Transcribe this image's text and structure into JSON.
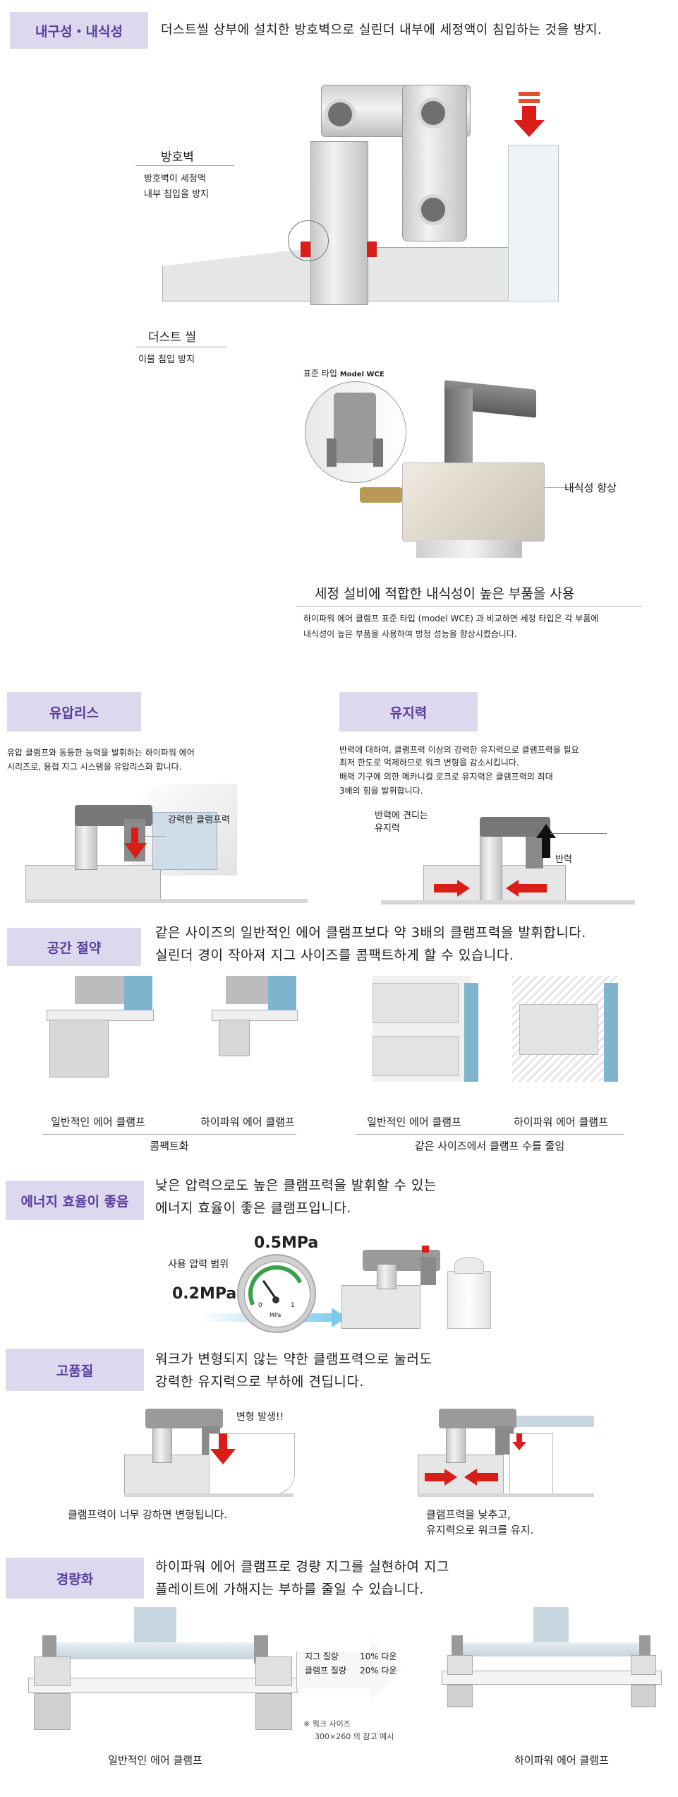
{
  "durability": {
    "tag": "내구성・내식성",
    "headline": "더스트씰 상부에 설치한 방호벽으로 실린더 내부에 세정액이 침입하는 것을 방지.",
    "shield_title": "방호벽",
    "shield_desc_1": "방호벽이 세정액",
    "shield_desc_2": "내부 침입을 방지",
    "seal_title": "더스트 씰",
    "seal_desc": "이물 침입 방지",
    "inset_label": "표준 타입",
    "inset_model": "Model WCE",
    "corrosion_label": "내식성 향상",
    "parts_title": "세정 설비에 적합한 내식성이 높은 부품을 사용",
    "parts_desc_1": "하이파워 에어 클램프 표준 타입 (model WCE) 과 비교하면 세정 타입은 각 부품에",
    "parts_desc_2": "내식성이 높은 부품을 사용하여 방청 성능을 향상시켰습니다."
  },
  "hydraulic": {
    "tag": "유압리스",
    "desc_1": "유압 클램프와 동등한 능력을 발휘하는 하이파워 에어",
    "desc_2": "시리즈로, 용접 지그 시스템을 유압리스화 합니다.",
    "force_label": "강력한 클램프력"
  },
  "holding": {
    "tag": "유지력",
    "desc_1": "반력에 대하여, 클램프력 이상의 강력한 유지력으로 클램프력을 필요",
    "desc_2": "최저 한도로 억제하므로 워크 변형을 감소시킵니다.",
    "desc_3": "배력 기구에 의한 메카니컬 로크로 유지력은 클램프력의 최대",
    "desc_4": "3배의 힘을 발휘합니다.",
    "withstand_1": "반력에 견디는",
    "withstand_2": "유지력",
    "reaction": "반력"
  },
  "space": {
    "tag": "공간 절약",
    "headline_1": "같은 사이즈의 일반적인 에어 클램프보다 약 3배의 클램프력을 발휘합니다.",
    "headline_2": "실린더 경이 작아져 지그 사이즈를 콤팩트하게 할 수 있습니다.",
    "cap_general_1": "일반적인 에어 클램프",
    "cap_hp_1": "하이파워 에어 클램프",
    "cap_general_2": "일반적인 에어 클램프",
    "cap_hp_2": "하이파워 에어 클램프",
    "group_1": "콤팩트화",
    "group_2": "같은 사이즈에서 클램프 수를 줄임"
  },
  "energy": {
    "tag": "에너지 효율이 좋음",
    "headline_1": "낮은 압력으로도 높은 클램프력을 발휘할 수 있는",
    "headline_2": "에너지 효율이 좋은 클램프입니다.",
    "range_label": "사용 압력 범위",
    "p_high": "0.5MPa",
    "p_low": "0.2MPa",
    "gauge_unit": "MPa",
    "gauge_0": "0",
    "gauge_1": "1",
    "accent_green": "#3aa14a",
    "accent_blue": "#7fc9ec"
  },
  "quality": {
    "tag": "고품질",
    "headline_1": "워크가 변형되지 않는 약한 클램프력으로 눌러도",
    "headline_2": "강력한 유지력으로 부하에 견딥니다.",
    "deform_label": "변형 발생!!",
    "cap_left": "클램프력이 너무 강하면 변형됩니다.",
    "cap_right_1": "클램프력을 낮추고,",
    "cap_right_2": "유지력으로 워크를 유지."
  },
  "lightweight": {
    "tag": "경량화",
    "headline_1": "하이파워 에어 클램프로 경량 지그를 실현하여 지그",
    "headline_2": "플레이트에 가해지는 부하를 줄일 수 있습니다.",
    "row1_label": "지그 질량",
    "row1_value": "10% 다운",
    "row2_label": "클램프 질량",
    "row2_value": "20% 다운",
    "note_1": "※ 워크 사이즈",
    "note_2": "300×260 의 참고 예시",
    "cap_left": "일반적인 에어 클램프",
    "cap_right": "하이파워 에어 클램프"
  },
  "colors": {
    "tag_bg": "#dcd8ee",
    "tag_text": "#5a3f9e",
    "red": "#d91e18",
    "cyan": "#1aa1db"
  }
}
